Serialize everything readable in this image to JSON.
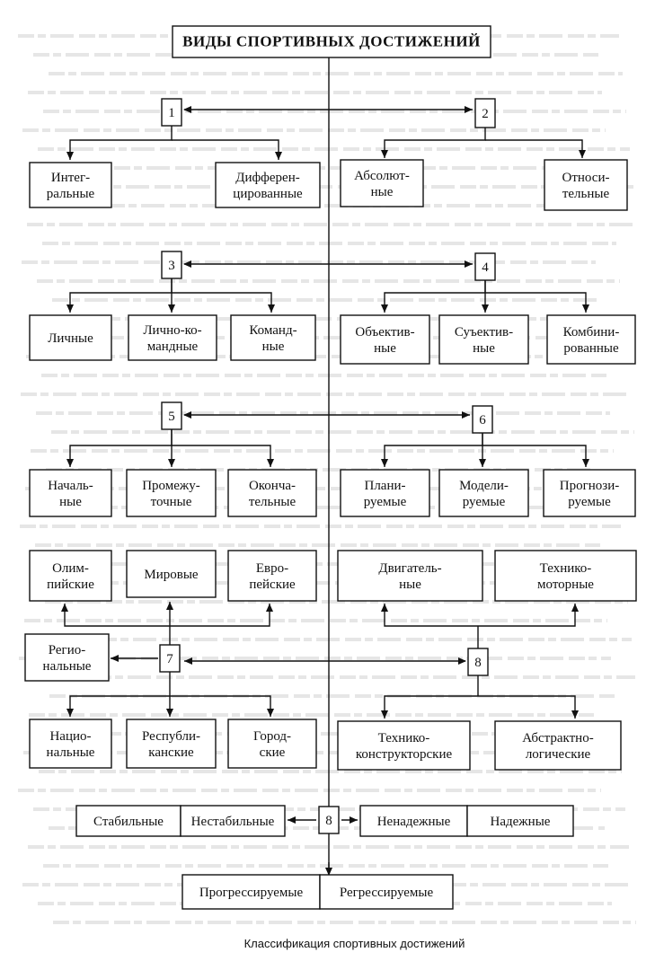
{
  "title": "ВИДЫ СПОРТИВНЫХ ДОСТИЖЕНИЙ",
  "caption": "Классификация спортивных достижений",
  "numbers": {
    "n1": "1",
    "n2": "2",
    "n3": "3",
    "n4": "4",
    "n5": "5",
    "n6": "6",
    "n7": "7",
    "n8a": "8",
    "n8b": "8"
  },
  "groups": {
    "g1": [
      [
        "Интег-",
        "ральные"
      ],
      [
        "Дифферен-",
        "цированные"
      ]
    ],
    "g2": [
      [
        "Абсолют-",
        "ные"
      ],
      [
        "Относи-",
        "тельные"
      ]
    ],
    "g3": [
      [
        "Личные"
      ],
      [
        "Лично-ко-",
        "мандные"
      ],
      [
        "Команд-",
        "ные"
      ]
    ],
    "g4": [
      [
        "Объектив-",
        "ные"
      ],
      [
        "Суъектив-",
        "ные"
      ],
      [
        "Комбини-",
        "рованные"
      ]
    ],
    "g5": [
      [
        "Началь-",
        "ные"
      ],
      [
        "Промежу-",
        "точные"
      ],
      [
        "Оконча-",
        "тельные"
      ]
    ],
    "g6": [
      [
        "Плани-",
        "руемые"
      ],
      [
        "Модели-",
        "руемые"
      ],
      [
        "Прогнози-",
        "руемые"
      ]
    ],
    "g7_top": [
      [
        "Олим-",
        "пийские"
      ],
      [
        "Мировые"
      ],
      [
        "Евро-",
        "пейские"
      ]
    ],
    "g7_side": [
      [
        "Регио-",
        "нальные"
      ]
    ],
    "g7_bottom": [
      [
        "Нацио-",
        "нальные"
      ],
      [
        "Республи-",
        "канские"
      ],
      [
        "Город-",
        "ские"
      ]
    ],
    "g8_top": [
      [
        "Двигатель-",
        "ные"
      ],
      [
        "Технико-",
        "моторные"
      ]
    ],
    "g8_bottom": [
      [
        "Технико-",
        "конструкторские"
      ],
      [
        "Абстрактно-",
        "логические"
      ]
    ],
    "g9_left": [
      [
        "Стабильные"
      ],
      [
        "Нестабильные"
      ]
    ],
    "g9_right": [
      [
        "Ненадежные"
      ],
      [
        "Надежные"
      ]
    ],
    "g10": [
      [
        "Прогрессируемые"
      ],
      [
        "Регрессируемые"
      ]
    ]
  }
}
